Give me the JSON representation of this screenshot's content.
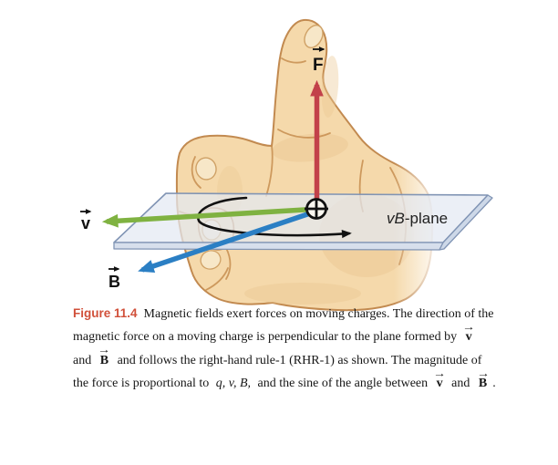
{
  "figure": {
    "labels": {
      "force": "F",
      "velocity": "v",
      "field": "B",
      "plane_italic": "vB",
      "plane_rest": "-plane"
    },
    "colors": {
      "force_arrow": "#c2414a",
      "velocity_arrow": "#7fb241",
      "field_arrow": "#2b7fc4",
      "rotation_arrow": "#111111",
      "plane_fill": "#e3e9f2",
      "plane_side": "#d7dfec",
      "plane_bevel": "#cdd8e8",
      "plane_edge": "#8094b4",
      "skin": "#f5d9ab",
      "skin_outline": "#c28a50",
      "nail": "#f7e7c8",
      "caption_accent": "#d1503a"
    }
  },
  "caption": {
    "figure_label": "Figure 11.4",
    "text_1": "Magnetic fields exert forces on moving charges. The direction of the magnetic force on a moving charge is perpendicular to the plane formed by",
    "vec_1": "v",
    "conj_1": "and",
    "vec_2": "B",
    "text_2": "and follows the right-hand rule-1 (RHR-1) as shown. The magnitude of the force is proportional to",
    "vars": "q, v, B,",
    "text_3": "and the sine of the angle between",
    "vec_3": "v",
    "conj_2": "and",
    "vec_4": "B",
    "text_4": "."
  }
}
